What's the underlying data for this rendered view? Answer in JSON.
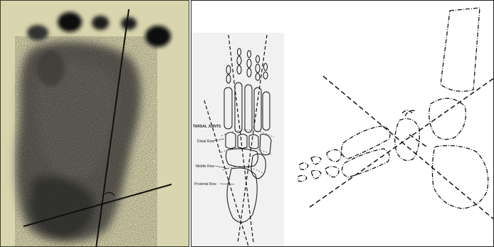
{
  "labels": {
    "heading": "TARSAL JOINTS",
    "distal": "Distal Row",
    "middle": "Middle Row",
    "proximal": "Proximal Row"
  },
  "colors": {
    "footprint_paper": "#d9d5ae",
    "ink": "#1a1a1a",
    "diagram_line": "#111111"
  }
}
